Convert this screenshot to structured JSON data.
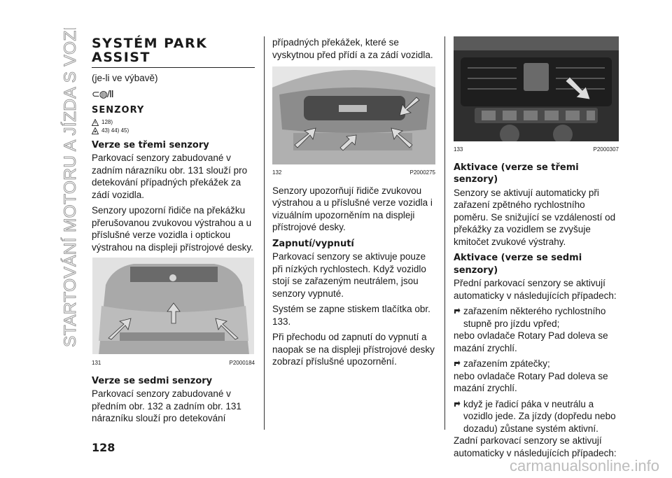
{
  "side_title": "STARTOVÁNÍ MOTORU A JÍZDA S VOZIDLEM",
  "page_number": "128",
  "watermark": "carmanualsonline.info",
  "col1": {
    "title_line1": "SYSTÉM PARK",
    "title_line2": "ASSIST",
    "subtitle": "(je-li ve výbavě)",
    "car_symbol": "⊂◍/Ⅱ",
    "sensors_heading": "SENZORY",
    "ref_a": "128)",
    "ref_b": "43)  44)  45)",
    "h_three": "Verze se třemi senzory",
    "p1": "Parkovací senzory zabudované v zadním nárazníku obr. 131 slouží pro detekování případných překážek za zádí vozidla.",
    "p2": "Senzory upozorní řidiče na překážku přerušovanou zvukovou výstrahou a u příslušné verze vozidla i optickou výstrahou na displeji přístrojové desky.",
    "fig_num": "131",
    "fig_code": "P2000184",
    "h_seven": "Verze se sedmi senzory",
    "p3": "Parkovací senzory zabudované v předním obr. 132 a zadním obr. 131 nárazníku slouží pro detekování"
  },
  "col2": {
    "p0": "případných překážek, které se vyskytnou před přídí a za zádí vozidla.",
    "fig_num": "132",
    "fig_code": "P2000275",
    "p1": "Senzory upozorňují řidiče zvukovou výstrahou a u příslušné verze vozidla i vizuálním upozorněním na displeji přístrojové desky.",
    "h_on_off": "Zapnutí/vypnutí",
    "p2": "Parkovací senzory se aktivuje pouze při nízkých rychlostech. Když vozidlo stojí se zařazeným neutrálem, jsou senzory vypnuté.",
    "p3": "Systém se zapne stiskem tlačítka obr. 133.",
    "p4": "Při přechodu od zapnutí do vypnutí a naopak se na displeji přístrojové desky zobrazí příslušné upozornění."
  },
  "col3": {
    "fig_num": "133",
    "fig_code": "P2000307",
    "h_act3": "Aktivace (verze se třemi senzory)",
    "p1": "Senzory se aktivují automaticky při zařazení zpětného rychlostního poměru. Se snižující se vzdáleností od překážky za vozidlem se zvyšuje kmitočet zvukové výstrahy.",
    "h_act7": "Aktivace (verze se sedmi senzory)",
    "p2": "Přední parkovací senzory se aktivují automaticky v následujících případech:",
    "b1": "zařazením některého rychlostního stupně pro jízdu vpřed;",
    "p3": "nebo ovladače Rotary Pad doleva se mazání zrychlí.",
    "b2": "zařazením zpátečky;",
    "p4": "nebo ovladače Rotary Pad doleva se mazání zrychlí.",
    "b3": "když je řadicí páka v neutrálu a vozidlo jede. Za jízdy (dopředu nebo dozadu) zůstane systém aktivní.",
    "p5": "Zadní parkovací senzory se aktivují automaticky v následujících případech:"
  },
  "colors": {
    "text": "#1a1a1a",
    "side_title": "#9a9a9a",
    "rule": "#333333",
    "watermark": "#bdbdbd"
  },
  "icons": [
    "warning-triangle-icon",
    "car-sensor-icon",
    "bullet-arrow-icon"
  ]
}
